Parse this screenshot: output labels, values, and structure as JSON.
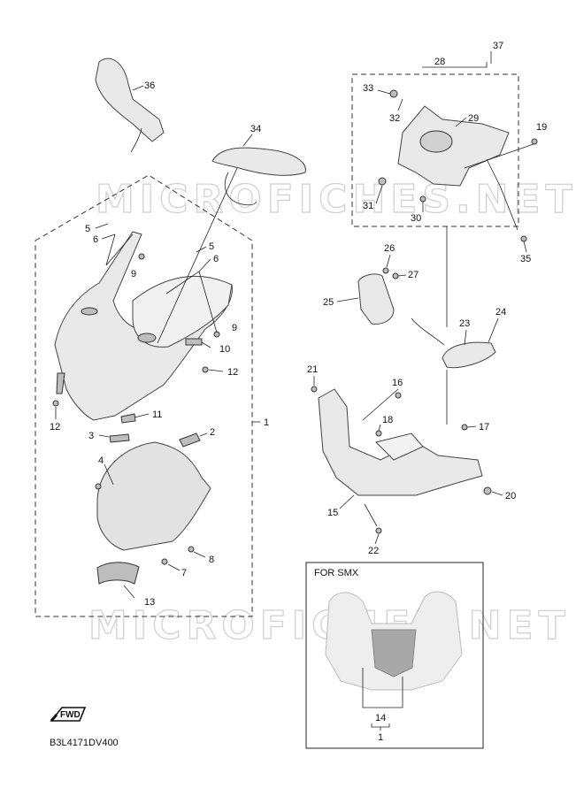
{
  "callouts": {
    "c1": "1",
    "c2": "2",
    "c3": "3",
    "c4": "4",
    "c5a": "5",
    "c5b": "5",
    "c6a": "6",
    "c6b": "6",
    "c7": "7",
    "c8": "8",
    "c9a": "9",
    "c9b": "9",
    "c10": "10",
    "c11": "11",
    "c12a": "12",
    "c12b": "12",
    "c13": "13",
    "c14": "14",
    "c1b": "1",
    "c15": "15",
    "c16": "16",
    "c17": "17",
    "c18": "18",
    "c19": "19",
    "c20": "20",
    "c21": "21",
    "c22": "22",
    "c23": "23",
    "c24": "24",
    "c25": "25",
    "c26": "26",
    "c27": "27",
    "c28": "28",
    "c29": "29",
    "c30": "30",
    "c31": "31",
    "c32": "32",
    "c33": "33",
    "c34": "34",
    "c35": "35",
    "c36": "36",
    "c37": "37"
  },
  "inset": {
    "label": "FOR SMX"
  },
  "watermark": {
    "text": "MICROFICHES.NET"
  },
  "fwd_badge": {
    "label": "FWD"
  },
  "diagram_code": "B3L4171DV400"
}
